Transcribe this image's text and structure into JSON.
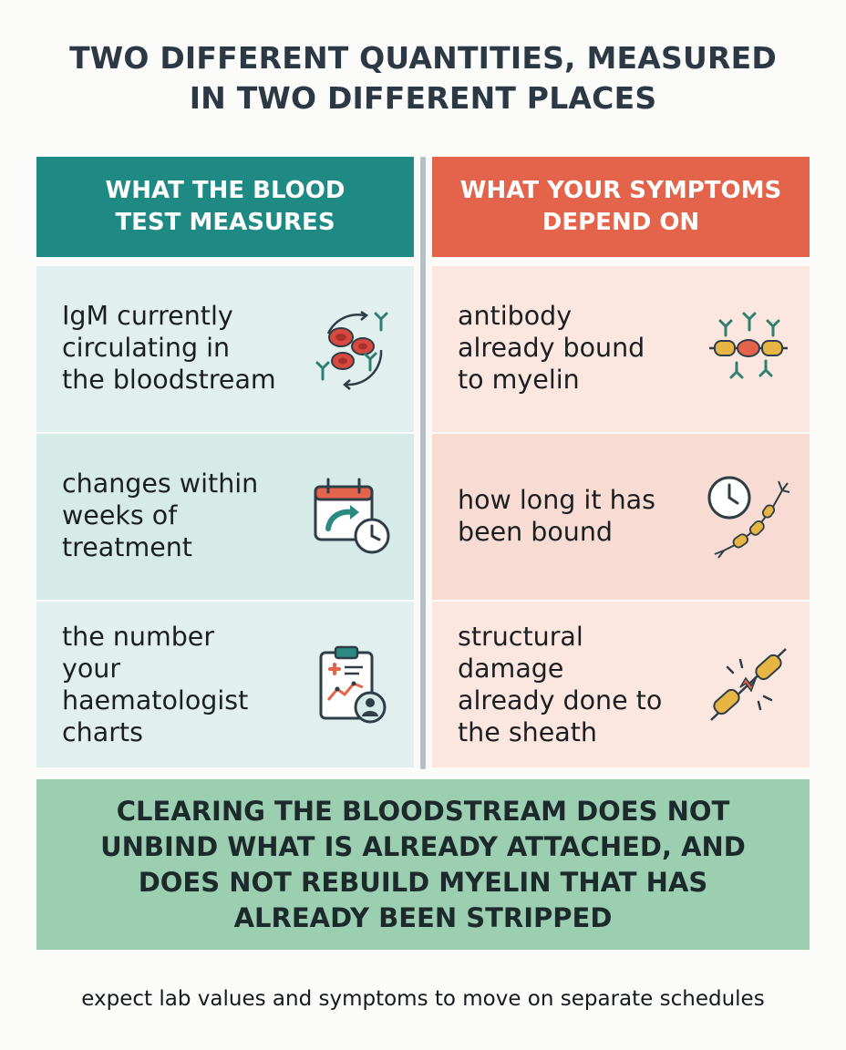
{
  "title": {
    "lines": [
      "TWO DIFFERENT QUANTITIES, MEASURED",
      "IN TWO DIFFERENT PLACES"
    ]
  },
  "columns": {
    "left": {
      "heading_lines": [
        "WHAT THE BLOOD",
        "TEST MEASURES"
      ],
      "color": "#1e8a83",
      "rows": [
        {
          "lines": [
            "IgM currently",
            "circulating in",
            "the bloodstream"
          ],
          "icon": "blood-cells-antibodies-icon"
        },
        {
          "lines": [
            "changes within",
            "weeks of",
            "treatment"
          ],
          "icon": "calendar-clock-icon"
        },
        {
          "lines": [
            "the number",
            "your",
            "haematologist",
            "charts"
          ],
          "icon": "clipboard-chart-doctor-icon"
        }
      ]
    },
    "right": {
      "heading_lines": [
        "WHAT YOUR SYMPTOMS",
        "DEPEND ON"
      ],
      "color": "#e3644a",
      "rows": [
        {
          "lines": [
            "antibody",
            "already bound",
            "to myelin"
          ],
          "icon": "antibody-bound-nerve-icon"
        },
        {
          "lines": [
            "how long it has",
            "been bound"
          ],
          "icon": "clock-nerve-icon"
        },
        {
          "lines": [
            "structural",
            "damage",
            "already done to",
            "the sheath"
          ],
          "icon": "broken-sheath-icon"
        }
      ]
    }
  },
  "banner": {
    "lines": [
      "CLEARING THE BLOODSTREAM DOES NOT",
      "UNBIND WHAT IS ALREADY ATTACHED, AND",
      "DOES NOT REBUILD MYELIN THAT HAS",
      "ALREADY BEEN STRIPPED"
    ],
    "color": "#9ccfb1"
  },
  "footer": "expect lab values and symptoms to move on separate schedules"
}
